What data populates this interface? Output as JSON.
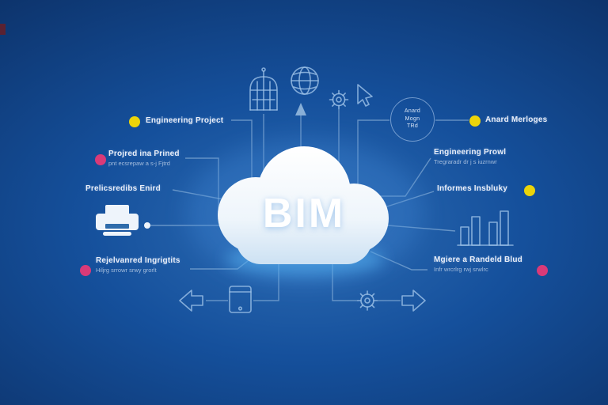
{
  "diagram": {
    "center_label": "BIM",
    "left_labels": [
      {
        "title": "Engineering Project",
        "sub": ""
      },
      {
        "title": "Projred ina Prined",
        "sub": "pnt ecsrepaw a s-j Fjtrd"
      },
      {
        "title": "Prelicsredibs Enird",
        "sub": ""
      },
      {
        "title": "Rejelvanred Ingrigtits",
        "sub": "Hiljrg srrowr srwy grorlt"
      }
    ],
    "right_labels": [
      {
        "title": "Anard Merloges",
        "sub": ""
      },
      {
        "title": "Engineering Prowl",
        "sub": "Tregraradr dr j s iuzrnwr"
      },
      {
        "title": "Informes Insbluky",
        "sub": ""
      },
      {
        "title": "Mgiere a Randeld Blud",
        "sub": "Infr wrcrlrg rwj srwlrc"
      }
    ],
    "badge": {
      "line1": "Anard",
      "line2": "Mogn",
      "line3": "TRd"
    }
  },
  "icons": {
    "top": [
      "dome-structure-icon",
      "globe-icon",
      "gear-icon",
      "cursor-arrow-icon",
      "arrow-up-icon"
    ],
    "left": [
      "printer-icon"
    ],
    "right": [
      "bar-chart-icon"
    ],
    "bottom": [
      "arrow-left-icon",
      "tablet-icon",
      "gear-icon",
      "arrow-right-icon"
    ]
  },
  "colors": {
    "bg_center": "#2e6db4",
    "bg_mid": "#15509c",
    "bg_edge": "#0a2a5c",
    "line": "#aecdea",
    "icon": "#9fc3e8",
    "text": "#e9eef8",
    "subtext": "#bccfe8",
    "dot_yellow": "#ecd409",
    "dot_pink": "#d93a78",
    "cloud_glow": "#57b2f2"
  }
}
